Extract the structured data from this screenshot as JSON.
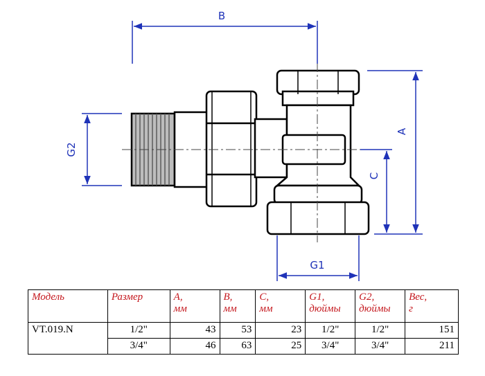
{
  "drawing": {
    "dimensions": {
      "b": "B",
      "a": "A",
      "c": "C",
      "g1": "G1",
      "g2": "G2"
    },
    "line_color": "#1f33b8"
  },
  "table": {
    "headers": [
      {
        "line1": "Модель",
        "line2": ""
      },
      {
        "line1": "Размер",
        "line2": ""
      },
      {
        "line1": "A,",
        "line2": "мм"
      },
      {
        "line1": "B,",
        "line2": "мм"
      },
      {
        "line1": "C,",
        "line2": "мм"
      },
      {
        "line1": "G1,",
        "line2": "дюймы"
      },
      {
        "line1": "G2,",
        "line2": "дюймы"
      },
      {
        "line1": "Вес,",
        "line2": "г"
      }
    ],
    "header_color": "#c4161c",
    "model": "VT.019.N",
    "rows": [
      {
        "size": "1/2\"",
        "a": "43",
        "b": "53",
        "c": "23",
        "g1": "1/2\"",
        "g2": "1/2\"",
        "weight": "151"
      },
      {
        "size": "3/4\"",
        "a": "46",
        "b": "63",
        "c": "25",
        "g1": "3/4\"",
        "g2": "3/4\"",
        "weight": "211"
      }
    ]
  }
}
